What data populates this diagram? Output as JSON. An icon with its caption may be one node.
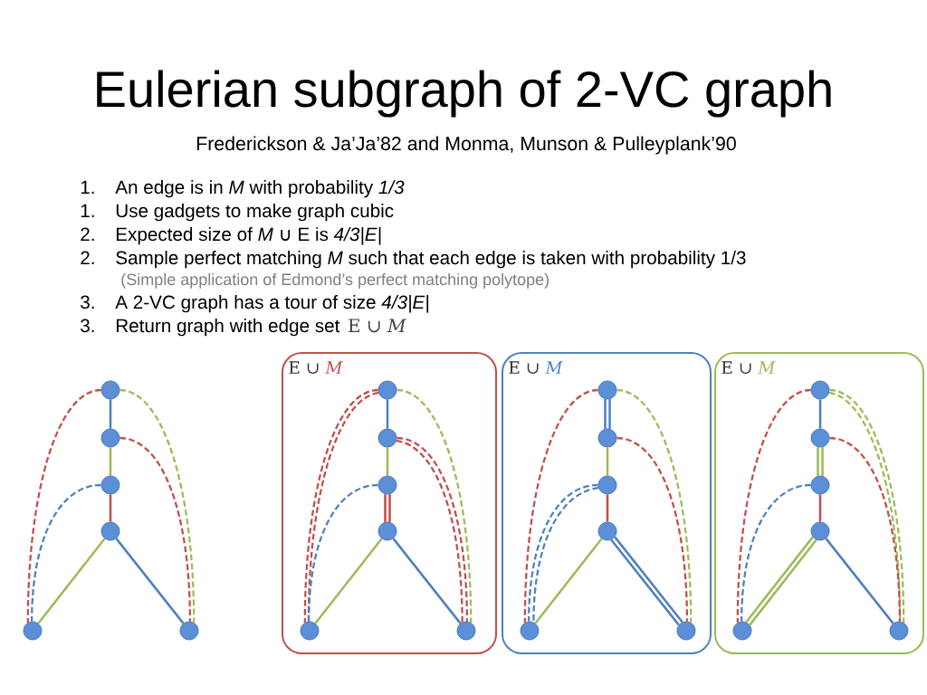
{
  "diagram": {
    "title": "Eulerian subgraph of 2-VC graph",
    "nodes": [
      {
        "text": [],
        "shape": "circle"
      },
      {
        "text": [],
        "shape": "circle"
      },
      {
        "text": [],
        "shape": "circle"
      },
      {
        "text": [],
        "shape": "circle"
      },
      {
        "text": [],
        "shape": "circle"
      },
      {
        "text": [],
        "shape": "circle"
      },
      {
        "text": [
          "E ∪ *M*"
        ]
      },
      {
        "text": [],
        "shape": "circle",
        "in": 6
      },
      {
        "text": [],
        "shape": "circle",
        "in": 6
      },
      {
        "text": [],
        "shape": "circle",
        "in": 6
      },
      {
        "text": [],
        "shape": "circle",
        "in": 6
      },
      {
        "text": [],
        "shape": "circle",
        "in": 6
      },
      {
        "text": [],
        "shape": "circle",
        "in": 6
      },
      {
        "text": [
          "E ∪ *M*"
        ]
      },
      {
        "text": [],
        "shape": "circle",
        "in": 13
      },
      {
        "text": [],
        "shape": "circle",
        "in": 13
      },
      {
        "text": [],
        "shape": "circle",
        "in": 13
      },
      {
        "text": [],
        "shape": "circle",
        "in": 13
      },
      {
        "text": [],
        "shape": "circle",
        "in": 13
      },
      {
        "text": [],
        "shape": "circle",
        "in": 13
      },
      {
        "text": [
          "E ∪ *M*"
        ]
      },
      {
        "text": [],
        "shape": "circle",
        "in": 20
      },
      {
        "text": [],
        "shape": "circle",
        "in": 20
      },
      {
        "text": [],
        "shape": "circle",
        "in": 20
      },
      {
        "text": [],
        "shape": "circle",
        "in": 20
      },
      {
        "text": [],
        "shape": "circle",
        "in": 20
      },
      {
        "text": [],
        "shape": "circle",
        "in": 20
      }
    ],
    "edges": [
      {
        "from": 0,
        "to": 1,
        "arrow": "none",
        "color": "#4f81bd"
      },
      {
        "from": 1,
        "to": 2,
        "arrow": "none",
        "color": "#9bbb59"
      },
      {
        "from": 2,
        "to": 3,
        "arrow": "none",
        "color": "#c0504d"
      },
      {
        "from": 3,
        "to": 4,
        "arrow": "none",
        "color": "#9bbb59"
      },
      {
        "from": 3,
        "to": 5,
        "arrow": "none",
        "color": "#4f81bd"
      },
      {
        "from": 0,
        "to": 4,
        "arrow": "none",
        "style": "dashed",
        "color": "#c0504d"
      },
      {
        "from": 0,
        "to": 5,
        "arrow": "none",
        "style": "dashed",
        "color": "#9bbb59"
      },
      {
        "from": 1,
        "to": 5,
        "arrow": "none",
        "style": "dashed",
        "color": "#c0504d"
      },
      {
        "from": 2,
        "to": 4,
        "arrow": "none",
        "style": "dashed",
        "color": "#4f81bd"
      },
      {
        "from": 7,
        "to": 8,
        "arrow": "none",
        "color": "#4f81bd"
      },
      {
        "from": 8,
        "to": 9,
        "arrow": "none",
        "color": "#9bbb59"
      },
      {
        "from": 9,
        "to": 10,
        "arrow": "none",
        "color": "#c0504d"
      },
      {
        "from": 9,
        "to": 10,
        "arrow": "none",
        "color": "#c0504d"
      },
      {
        "from": 10,
        "to": 11,
        "arrow": "none",
        "color": "#9bbb59"
      },
      {
        "from": 10,
        "to": 12,
        "arrow": "none",
        "color": "#4f81bd"
      },
      {
        "from": 7,
        "to": 11,
        "arrow": "none",
        "style": "dashed",
        "color": "#c0504d"
      },
      {
        "from": 7,
        "to": 11,
        "arrow": "none",
        "style": "dashed",
        "color": "#c0504d"
      },
      {
        "from": 7,
        "to": 12,
        "arrow": "none",
        "style": "dashed",
        "color": "#9bbb59"
      },
      {
        "from": 8,
        "to": 12,
        "arrow": "none",
        "style": "dashed",
        "color": "#c0504d"
      },
      {
        "from": 8,
        "to": 12,
        "arrow": "none",
        "style": "dashed",
        "color": "#c0504d"
      },
      {
        "from": 9,
        "to": 11,
        "arrow": "none",
        "style": "dashed",
        "color": "#4f81bd"
      },
      {
        "from": 14,
        "to": 15,
        "arrow": "none",
        "color": "#4f81bd"
      },
      {
        "from": 14,
        "to": 15,
        "arrow": "none",
        "color": "#4f81bd"
      },
      {
        "from": 15,
        "to": 16,
        "arrow": "none",
        "color": "#9bbb59"
      },
      {
        "from": 16,
        "to": 17,
        "arrow": "none",
        "color": "#c0504d"
      },
      {
        "from": 17,
        "to": 18,
        "arrow": "none",
        "color": "#9bbb59"
      },
      {
        "from": 17,
        "to": 19,
        "arrow": "none",
        "color": "#4f81bd"
      },
      {
        "from": 17,
        "to": 19,
        "arrow": "none",
        "color": "#4f81bd"
      },
      {
        "from": 14,
        "to": 18,
        "arrow": "none",
        "style": "dashed",
        "color": "#c0504d"
      },
      {
        "from": 14,
        "to": 19,
        "arrow": "none",
        "style": "dashed",
        "color": "#9bbb59"
      },
      {
        "from": 15,
        "to": 19,
        "arrow": "none",
        "style": "dashed",
        "color": "#c0504d"
      },
      {
        "from": 16,
        "to": 18,
        "arrow": "none",
        "style": "dashed",
        "color": "#4f81bd"
      },
      {
        "from": 16,
        "to": 18,
        "arrow": "none",
        "style": "dashed",
        "color": "#4f81bd"
      },
      {
        "from": 21,
        "to": 22,
        "arrow": "none",
        "color": "#4f81bd"
      },
      {
        "from": 22,
        "to": 23,
        "arrow": "none",
        "color": "#9bbb59"
      },
      {
        "from": 22,
        "to": 23,
        "arrow": "none",
        "color": "#9bbb59"
      },
      {
        "from": 23,
        "to": 24,
        "arrow": "none",
        "color": "#c0504d"
      },
      {
        "from": 24,
        "to": 25,
        "arrow": "none",
        "color": "#9bbb59"
      },
      {
        "from": 24,
        "to": 25,
        "arrow": "none",
        "color": "#9bbb59"
      },
      {
        "from": 24,
        "to": 26,
        "arrow": "none",
        "color": "#4f81bd"
      },
      {
        "from": 21,
        "to": 25,
        "arrow": "none",
        "style": "dashed",
        "color": "#c0504d"
      },
      {
        "from": 21,
        "to": 26,
        "arrow": "none",
        "style": "dashed",
        "color": "#9bbb59"
      },
      {
        "from": 21,
        "to": 26,
        "arrow": "none",
        "style": "dashed",
        "color": "#9bbb59"
      },
      {
        "from": 22,
        "to": 26,
        "arrow": "none",
        "style": "dashed",
        "color": "#c0504d"
      },
      {
        "from": 23,
        "to": 25,
        "arrow": "none",
        "style": "dashed",
        "color": "#4f81bd"
      }
    ],
    "labels": [
      "Frederickson & Ja’Ja’82 and Monma, Munson & Pulleyplank’90",
      "1.",
      "An edge is in *M* with probability *1/3*",
      "1.",
      "Use gadgets to make graph cubic",
      "2.",
      "Expected size of *M* ∪ E is *4/3|E|*",
      "2.",
      "Sample perfect matching *M* such that each edge is taken with probability 1/3",
      "(Simple application of Edmond’s perfect matching polytope)",
      "3.",
      "A 2-VC graph has a tour of size *4/3|E|*",
      "3.",
      "Return graph with edge set",
      "E ∪ *M*"
    ]
  }
}
